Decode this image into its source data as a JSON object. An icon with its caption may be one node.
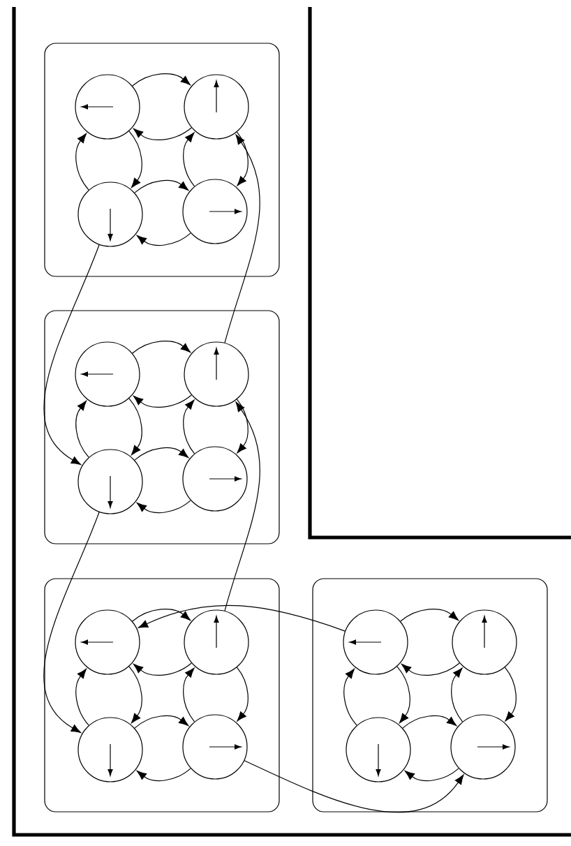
{
  "diagram": {
    "nodes": [
      {
        "text": [],
        "shape": "box"
      },
      {
        "text": [],
        "shape": "circle",
        "in": 0
      },
      {
        "text": [],
        "shape": "circle",
        "in": 0
      },
      {
        "text": [],
        "shape": "circle",
        "in": 0
      },
      {
        "text": [],
        "shape": "circle",
        "in": 0
      },
      {
        "text": [],
        "shape": "box"
      },
      {
        "text": [],
        "shape": "circle",
        "in": 5
      },
      {
        "text": [],
        "shape": "circle",
        "in": 5
      },
      {
        "text": [],
        "shape": "circle",
        "in": 5
      },
      {
        "text": [],
        "shape": "circle",
        "in": 5
      },
      {
        "text": [],
        "shape": "box"
      },
      {
        "text": [],
        "shape": "circle",
        "in": 10
      },
      {
        "text": [],
        "shape": "circle",
        "in": 10
      },
      {
        "text": [],
        "shape": "circle",
        "in": 10
      },
      {
        "text": [],
        "shape": "circle",
        "in": 10
      },
      {
        "text": [],
        "shape": "box"
      },
      {
        "text": [],
        "shape": "circle",
        "in": 15
      },
      {
        "text": [],
        "shape": "circle",
        "in": 15
      },
      {
        "text": [],
        "shape": "circle",
        "in": 15
      },
      {
        "text": [],
        "shape": "circle",
        "in": 15
      }
    ],
    "edges": [
      {
        "from": 1,
        "to": 2,
        "arrow": "to"
      },
      {
        "from": 2,
        "to": 1,
        "arrow": "to"
      },
      {
        "from": 1,
        "to": 3,
        "arrow": "to"
      },
      {
        "from": 3,
        "to": 1,
        "arrow": "to"
      },
      {
        "from": 2,
        "to": 4,
        "arrow": "to"
      },
      {
        "from": 4,
        "to": 2,
        "arrow": "to"
      },
      {
        "from": 3,
        "to": 4,
        "arrow": "to"
      },
      {
        "from": 4,
        "to": 3,
        "arrow": "to"
      },
      {
        "from": 6,
        "to": 7,
        "arrow": "to"
      },
      {
        "from": 7,
        "to": 6,
        "arrow": "to"
      },
      {
        "from": 6,
        "to": 8,
        "arrow": "to"
      },
      {
        "from": 8,
        "to": 6,
        "arrow": "to"
      },
      {
        "from": 7,
        "to": 9,
        "arrow": "to"
      },
      {
        "from": 9,
        "to": 7,
        "arrow": "to"
      },
      {
        "from": 8,
        "to": 9,
        "arrow": "to"
      },
      {
        "from": 9,
        "to": 8,
        "arrow": "to"
      },
      {
        "from": 11,
        "to": 12,
        "arrow": "to"
      },
      {
        "from": 12,
        "to": 11,
        "arrow": "to"
      },
      {
        "from": 11,
        "to": 13,
        "arrow": "to"
      },
      {
        "from": 13,
        "to": 11,
        "arrow": "to"
      },
      {
        "from": 12,
        "to": 14,
        "arrow": "to"
      },
      {
        "from": 14,
        "to": 12,
        "arrow": "to"
      },
      {
        "from": 13,
        "to": 14,
        "arrow": "to"
      },
      {
        "from": 14,
        "to": 13,
        "arrow": "to"
      },
      {
        "from": 16,
        "to": 17,
        "arrow": "to"
      },
      {
        "from": 17,
        "to": 16,
        "arrow": "to"
      },
      {
        "from": 16,
        "to": 18,
        "arrow": "to"
      },
      {
        "from": 18,
        "to": 16,
        "arrow": "to"
      },
      {
        "from": 17,
        "to": 19,
        "arrow": "to"
      },
      {
        "from": 19,
        "to": 17,
        "arrow": "to"
      },
      {
        "from": 18,
        "to": 19,
        "arrow": "to"
      },
      {
        "from": 19,
        "to": 18,
        "arrow": "to"
      },
      {
        "from": 3,
        "to": 8,
        "arrow": "to"
      },
      {
        "from": 7,
        "to": 2,
        "arrow": "to"
      },
      {
        "from": 8,
        "to": 13,
        "arrow": "to"
      },
      {
        "from": 12,
        "to": 7,
        "arrow": "to"
      },
      {
        "from": 16,
        "to": 11,
        "arrow": "to"
      },
      {
        "from": 14,
        "to": 19,
        "arrow": "to"
      }
    ]
  }
}
